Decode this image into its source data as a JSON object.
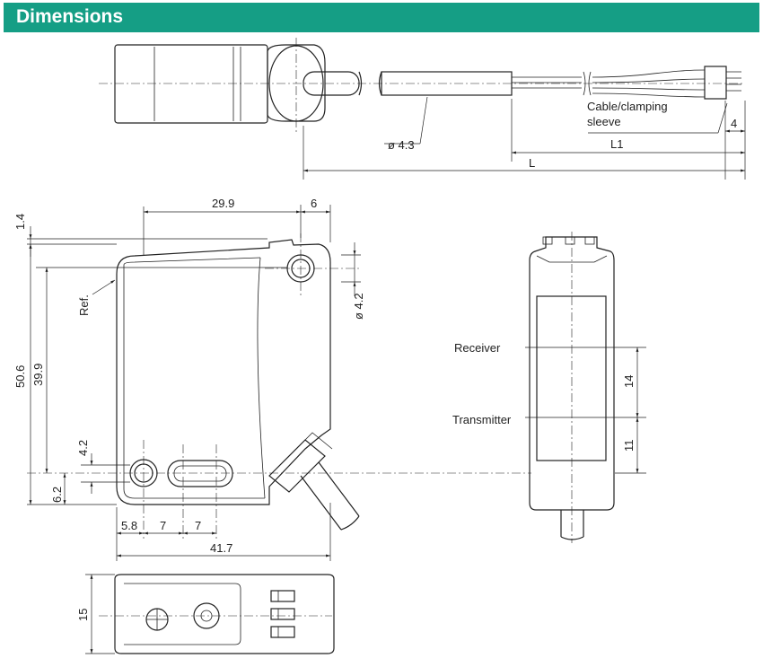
{
  "header": {
    "title": "Dimensions"
  },
  "colors": {
    "header_bg": "#159e85",
    "header_text": "#ffffff",
    "line": "#222222"
  },
  "top_view": {
    "cable_label": "Cable/clamping",
    "cable_label2": "sleeve",
    "diameter": "ø 4.3",
    "dim_4": "4",
    "dim_L1": "L1",
    "dim_L": "L"
  },
  "front_view": {
    "dim_29_9": "29.9",
    "dim_6": "6",
    "dim_1_4": "1.4",
    "ref": "Ref.",
    "dim_50_6": "50.6",
    "dim_39_9": "39.9",
    "dim_4_2_hole": "ø 4.2",
    "dim_4_2": "4.2",
    "dim_6_2": "6.2",
    "dim_5_8": "5.8",
    "dim_7a": "7",
    "dim_7b": "7",
    "dim_41_7": "41.7"
  },
  "side_view": {
    "receiver": "Receiver",
    "transmitter": "Transmitter",
    "dim_14": "14",
    "dim_11": "11"
  },
  "bottom_view": {
    "dim_15": "15"
  }
}
